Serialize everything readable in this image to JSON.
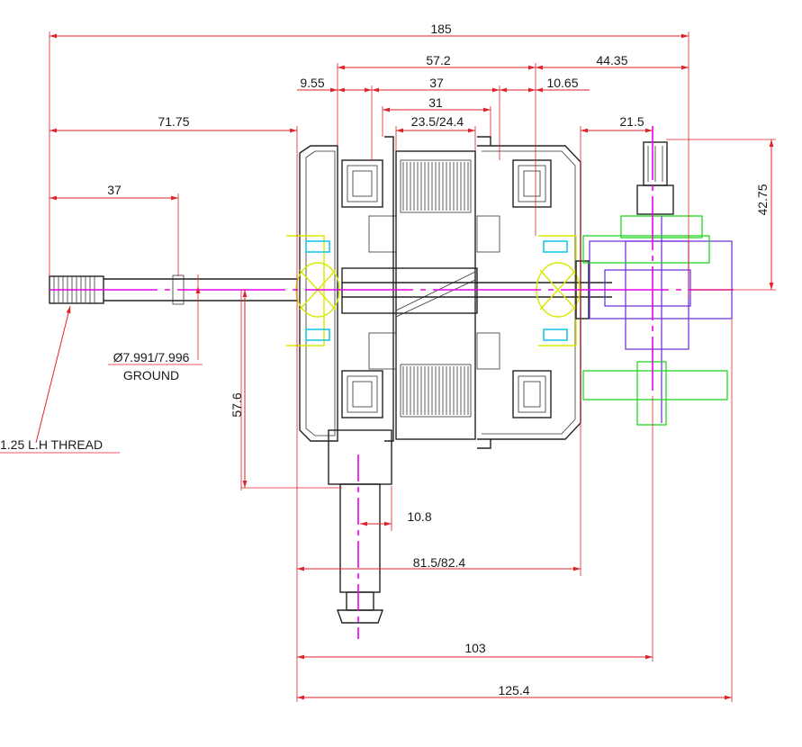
{
  "dimensions": {
    "overall_length": "185",
    "stator_width": "57.2",
    "rear_projection": "44.35",
    "left_offset": "9.55",
    "core_width": "37",
    "right_offset": "10.65",
    "lamination": "31",
    "stack_height": "23.5/24.4",
    "shaft_to_housing": "71.75",
    "gearbox_offset": "21.5",
    "thread_length": "37",
    "gearbox_height": "42.75",
    "shaft_drop": "57.6",
    "terminal_width": "10.8",
    "housing_length": "81.5/82.4",
    "gear_center": "103",
    "total_assembly": "125.4"
  },
  "notes": {
    "shaft_diameter": "Ø7.991/7.996",
    "ground": "GROUND",
    "thread": "1.25 L.H THREAD"
  },
  "colors": {
    "dimension": "#e0222a",
    "centerline": "#e800e8",
    "bearing": "#d8e800",
    "gear": "#12d612",
    "gearbox": "#6a2ad6",
    "seal": "#1ec8e8"
  }
}
